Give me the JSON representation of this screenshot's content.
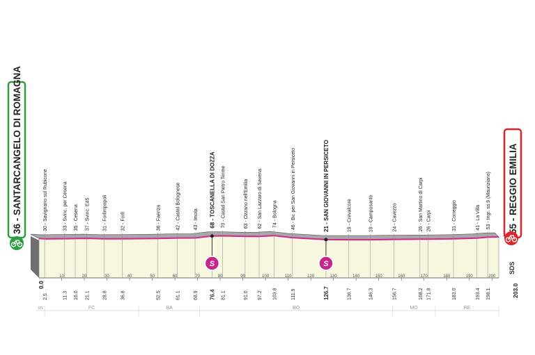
{
  "start": {
    "alt": "36",
    "name": "SANTARCANGELO DI ROMAGNA",
    "km": "0.0"
  },
  "finish": {
    "alt": "55",
    "name": "REGGIO EMILIA",
    "km": "203.0"
  },
  "waypoints": [
    {
      "km": 2.5,
      "km_label": "2.5",
      "label": "30 - Savignano sul Rubicone",
      "bold": false
    },
    {
      "km": 11.3,
      "km_label": "11.3",
      "label": "33 - Svinc. per Cesena",
      "bold": false
    },
    {
      "km": 16.0,
      "km_label": "16.0",
      "label": "35 - Cesena",
      "bold": false
    },
    {
      "km": 21.1,
      "km_label": "21.1",
      "label": "37 - Svinc. E45",
      "bold": false
    },
    {
      "km": 28.8,
      "km_label": "28.8",
      "label": "31 - Forlimpopoli",
      "bold": false
    },
    {
      "km": 36.8,
      "km_label": "36.8",
      "label": "32 - Forlì",
      "bold": false
    },
    {
      "km": 52.5,
      "km_label": "52.5",
      "label": "36 - Faenza",
      "bold": false
    },
    {
      "km": 61.1,
      "km_label": "61.1",
      "label": "42 - Castel Bolognese",
      "bold": false
    },
    {
      "km": 68.9,
      "km_label": "68.9",
      "label": "43 - Imola",
      "bold": false
    },
    {
      "km": 76.4,
      "km_label": "76.4",
      "label": "68 - TOSCANELLA DI DOZZA",
      "bold": true
    },
    {
      "km": 81.1,
      "km_label": "81.1",
      "label": "70 - Castel San Pietro Terme",
      "bold": false
    },
    {
      "km": 91.0,
      "km_label": "91.0",
      "label": "63 - Ozzano nell'Emilia",
      "bold": false
    },
    {
      "km": 97.2,
      "km_label": "97.2",
      "label": "62 - San Lazzaro di Savena",
      "bold": false
    },
    {
      "km": 103.8,
      "km_label": "103.8",
      "label": "74 - Bologna",
      "bold": false
    },
    {
      "km": 111.9,
      "km_label": "111.9",
      "label": "46 - Bv. per San Giovanni in Persiceto",
      "bold": false
    },
    {
      "km": 126.7,
      "km_label": "126.7",
      "label": "21 - SAN GIOVANNI IN PERSICETO",
      "bold": true
    },
    {
      "km": 136.7,
      "km_label": "136.7",
      "label": "19 - Crevalcore",
      "bold": false
    },
    {
      "km": 146.3,
      "km_label": "146.3",
      "label": "19 - Camposanto",
      "bold": false
    },
    {
      "km": 156.7,
      "km_label": "156.7",
      "label": "24 - Cavezzo",
      "bold": false
    },
    {
      "km": 168.2,
      "km_label": "168.2",
      "label": "26 - San Martino di Carpi",
      "bold": false
    },
    {
      "km": 171.8,
      "km_label": "171.8",
      "label": "26 - Carpi",
      "bold": false
    },
    {
      "km": 183.0,
      "km_label": "183.0",
      "label": "31 - Correggio",
      "bold": false
    },
    {
      "km": 193.4,
      "km_label": "193.4",
      "label": "41 - La Villa",
      "bold": false
    },
    {
      "km": 198.1,
      "km_label": "198.1",
      "label": "53 - Ingr. ss.9 (Mauriziano)",
      "bold": false
    }
  ],
  "sprints": [
    {
      "km": 76.4,
      "label": "S"
    },
    {
      "km": 126.7,
      "label": "S"
    }
  ],
  "regions": [
    "RN",
    "FC",
    "RA",
    "BO",
    "MO",
    "RE"
  ],
  "brand": "SDS",
  "profile": {
    "total_km": 203.0,
    "axis_ticks": [
      10,
      20,
      30,
      40,
      50,
      60,
      70,
      80,
      90,
      100,
      110,
      120,
      130,
      140,
      150,
      160,
      170,
      180,
      190,
      200
    ],
    "elevation_points": [
      [
        0,
        36
      ],
      [
        2.5,
        30
      ],
      [
        11.3,
        33
      ],
      [
        16,
        35
      ],
      [
        21.1,
        37
      ],
      [
        28.8,
        31
      ],
      [
        36.8,
        32
      ],
      [
        52.5,
        36
      ],
      [
        61.1,
        42
      ],
      [
        68.9,
        43
      ],
      [
        76.4,
        68
      ],
      [
        81.1,
        70
      ],
      [
        91,
        63
      ],
      [
        97.2,
        62
      ],
      [
        103.8,
        74
      ],
      [
        111.9,
        46
      ],
      [
        126.7,
        21
      ],
      [
        136.7,
        19
      ],
      [
        146.3,
        19
      ],
      [
        156.7,
        24
      ],
      [
        168.2,
        26
      ],
      [
        171.8,
        26
      ],
      [
        183,
        31
      ],
      [
        193.4,
        41
      ],
      [
        198.1,
        53
      ],
      [
        203,
        55
      ]
    ]
  },
  "colors": {
    "start_border": "#2e9e3e",
    "finish_border": "#e0242b",
    "profile_line": "#d2278f",
    "sprint_fill": "#c9238c",
    "terrain_fill": "#f6f7df",
    "terrain_side": "#6f6f6f"
  }
}
